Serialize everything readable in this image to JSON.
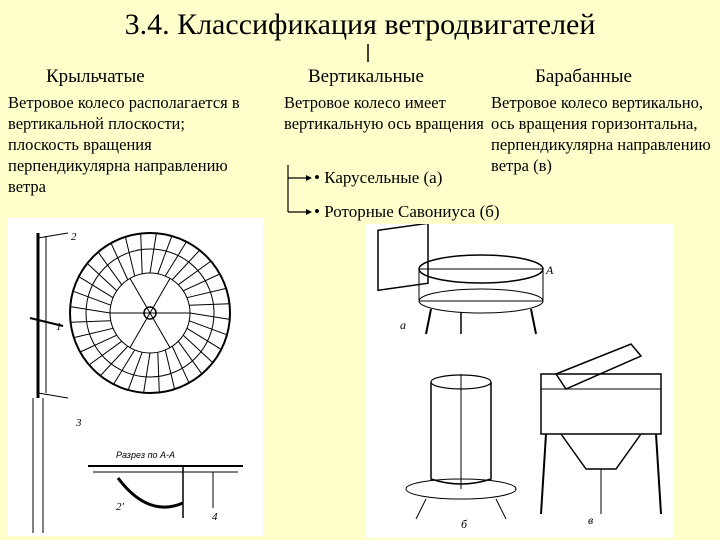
{
  "title": "3.4. Классификация ветродвигателей",
  "columns": [
    {
      "heading": "Крыльчатые",
      "description": "Ветровое колесо располагается в вертикальной плоскости; плоскость вращения перпендикулярна направлению ветра"
    },
    {
      "heading": "Вертикальные",
      "description": "Ветровое колесо имеет вертикальную ось вращения"
    },
    {
      "heading": "Барабанные",
      "description": "Ветровое колесо вертикально, ось вращения горизонтальна, перпендикулярна направлению ветра (в)"
    }
  ],
  "subtypes": [
    "• Карусельные (а)",
    "• Роторные Савониуса (б)"
  ],
  "figure_labels": {
    "left": {
      "n1": "1",
      "n2": "2",
      "n3": "3",
      "n4": "4",
      "n2b": "2'",
      "section": "Разрез по А-А"
    },
    "right": {
      "a": "а",
      "b": "б",
      "v": "в",
      "A": "А"
    }
  }
}
